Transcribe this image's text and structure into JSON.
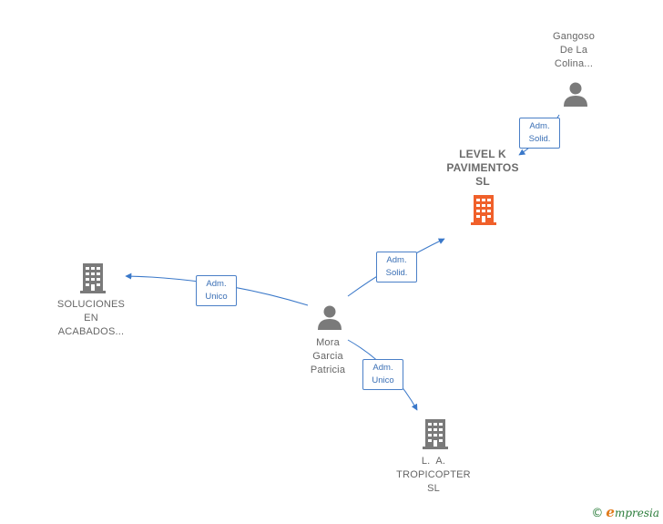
{
  "colors": {
    "edge": "#3a78c9",
    "person": "#7a7a7a",
    "company": "#7a7a7a",
    "highlight": "#f0602a"
  },
  "nodes": {
    "gangoso": {
      "lines": [
        "Gangoso",
        "De La",
        "Colina..."
      ],
      "icon": "person-icon"
    },
    "level_k": {
      "lines": [
        "LEVEL K",
        "PAVIMENTOS",
        "SL"
      ],
      "icon": "building-icon"
    },
    "soluciones": {
      "lines": [
        "SOLUCIONES",
        "EN",
        "ACABADOS..."
      ],
      "icon": "building-icon"
    },
    "mora": {
      "lines": [
        "Mora",
        "Garcia",
        "Patricia"
      ],
      "icon": "person-icon"
    },
    "tropicopter": {
      "lines": [
        "L.  A.",
        "TROPICOPTER",
        "SL"
      ],
      "icon": "building-icon"
    }
  },
  "edges": {
    "gangoso_level": [
      "Adm.",
      "Solid."
    ],
    "mora_level": [
      "Adm.",
      "Solid."
    ],
    "mora_soluciones": [
      "Adm.",
      "Unico"
    ],
    "mora_tropicopter": [
      "Adm.",
      "Unico"
    ]
  },
  "footer": {
    "copyright": "©",
    "brand_initial": "e",
    "brand_rest": "mpresia"
  }
}
